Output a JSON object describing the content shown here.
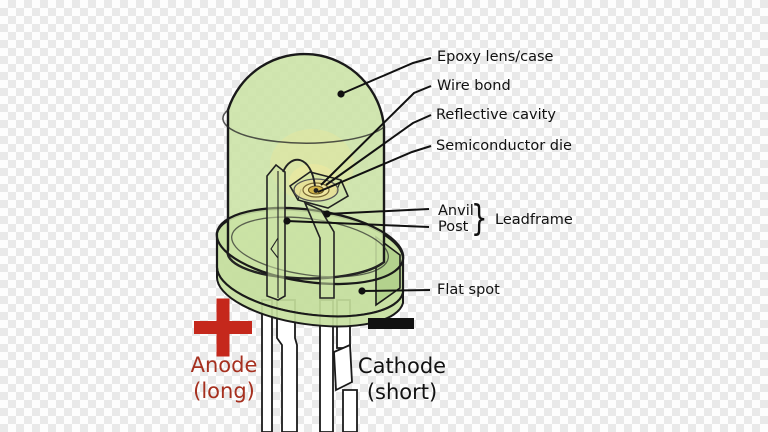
{
  "diagram_subject": "LED (light-emitting diode) labelled cross-section",
  "part_labels": {
    "epoxy_lens": "Epoxy lens/case",
    "wire_bond": "Wire bond",
    "reflective_cavity": "Reflective cavity",
    "semiconductor_die": "Semiconductor die",
    "anvil": "Anvil",
    "post": "Post",
    "leadframe_bracket": "}",
    "leadframe": "Leadframe",
    "flat_spot": "Flat spot"
  },
  "terminals": {
    "anode": {
      "symbol": "+",
      "name": "Anode",
      "note": "(long)"
    },
    "cathode": {
      "symbol": "−",
      "name": "Cathode",
      "note": "(short)"
    }
  },
  "colors": {
    "epoxy_green": "#cbe3a5",
    "flange_green": "#c3dd9b",
    "outline_dark": "#1a1a1a",
    "anode_text_red": "#a6301f",
    "plus_red": "#c5281c",
    "minus_black": "#111111",
    "cavity_yellow": "#d3b54a",
    "glow_yellow": "#f1ea9e",
    "lead_white": "#ffffff",
    "checker_light": "#fdfdfd",
    "checker_dark": "#e9e9e9"
  }
}
